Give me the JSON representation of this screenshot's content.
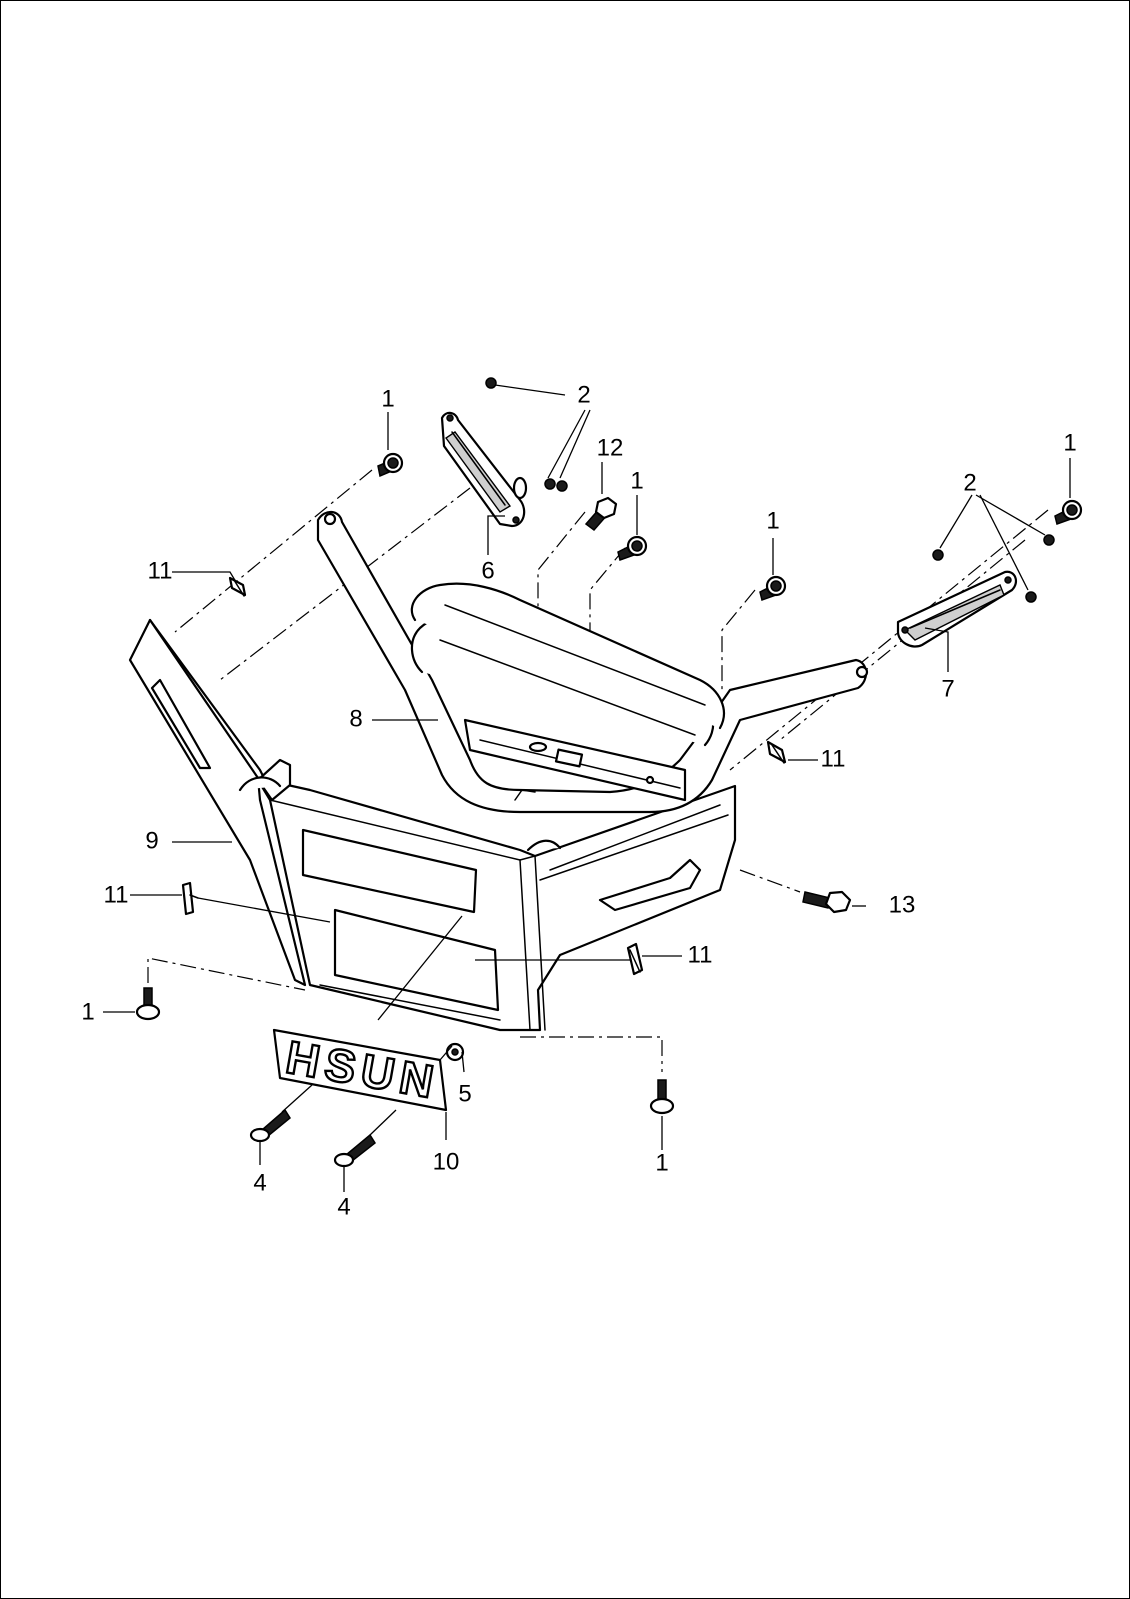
{
  "badge": {
    "text": "HSUN"
  },
  "callouts": [
    {
      "id": "c-1-a",
      "label": "1"
    },
    {
      "id": "c-2-a",
      "label": "2"
    },
    {
      "id": "c-12",
      "label": "12"
    },
    {
      "id": "c-1-b",
      "label": "1"
    },
    {
      "id": "c-1-c",
      "label": "1"
    },
    {
      "id": "c-1-d",
      "label": "1"
    },
    {
      "id": "c-2-b",
      "label": "2"
    },
    {
      "id": "c-11-a",
      "label": "11"
    },
    {
      "id": "c-6",
      "label": "6"
    },
    {
      "id": "c-7",
      "label": "7"
    },
    {
      "id": "c-8",
      "label": "8"
    },
    {
      "id": "c-11-b",
      "label": "11"
    },
    {
      "id": "c-9",
      "label": "9"
    },
    {
      "id": "c-11-c",
      "label": "11"
    },
    {
      "id": "c-13",
      "label": "13"
    },
    {
      "id": "c-11-d",
      "label": "11"
    },
    {
      "id": "c-1-e",
      "label": "1"
    },
    {
      "id": "c-5",
      "label": "5"
    },
    {
      "id": "c-10",
      "label": "10"
    },
    {
      "id": "c-1-f",
      "label": "1"
    },
    {
      "id": "c-4-a",
      "label": "4"
    },
    {
      "id": "c-4-b",
      "label": "4"
    }
  ]
}
